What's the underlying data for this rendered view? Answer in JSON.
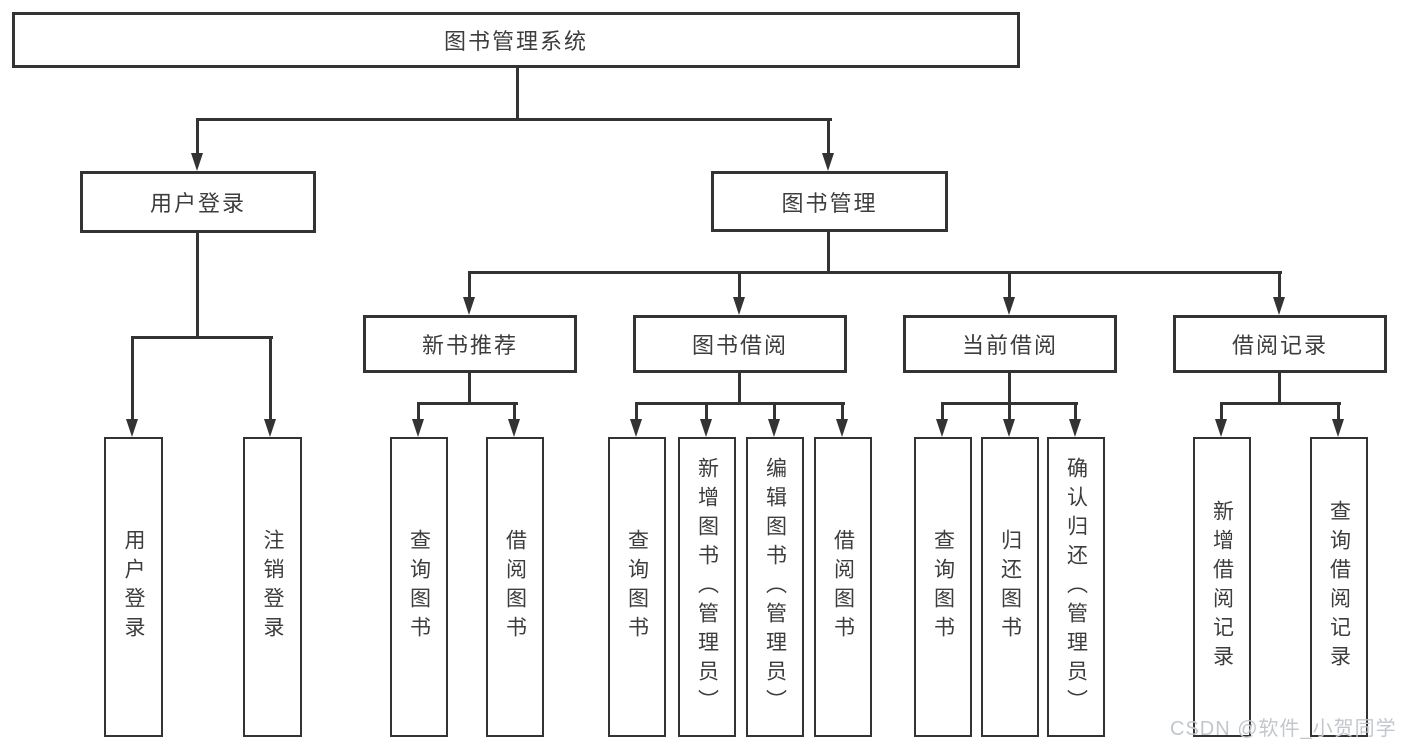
{
  "diagram": {
    "root": {
      "label": "图书管理系统"
    },
    "branches": [
      {
        "label": "用户登录",
        "children": [
          {
            "label": "用户登录"
          },
          {
            "label": "注销登录"
          }
        ]
      },
      {
        "label": "图书管理",
        "children": [
          {
            "label": "新书推荐",
            "children": [
              {
                "label": "查询图书"
              },
              {
                "label": "借阅图书"
              }
            ]
          },
          {
            "label": "图书借阅",
            "children": [
              {
                "label": "查询图书"
              },
              {
                "label": "新增图书（管理员）"
              },
              {
                "label": "编辑图书（管理员）"
              },
              {
                "label": "借阅图书"
              }
            ]
          },
          {
            "label": "当前借阅",
            "children": [
              {
                "label": "查询图书"
              },
              {
                "label": "归还图书"
              },
              {
                "label": "确认归还（管理员）"
              }
            ]
          },
          {
            "label": "借阅记录",
            "children": [
              {
                "label": "新增借阅记录"
              },
              {
                "label": "查询借阅记录"
              }
            ]
          }
        ]
      }
    ]
  },
  "watermark": "CSDN @软件_小贺同学",
  "colors": {
    "line": "#333333",
    "text": "#3d3d3d",
    "background": "#ffffff",
    "watermark": "#c3c7cd"
  }
}
